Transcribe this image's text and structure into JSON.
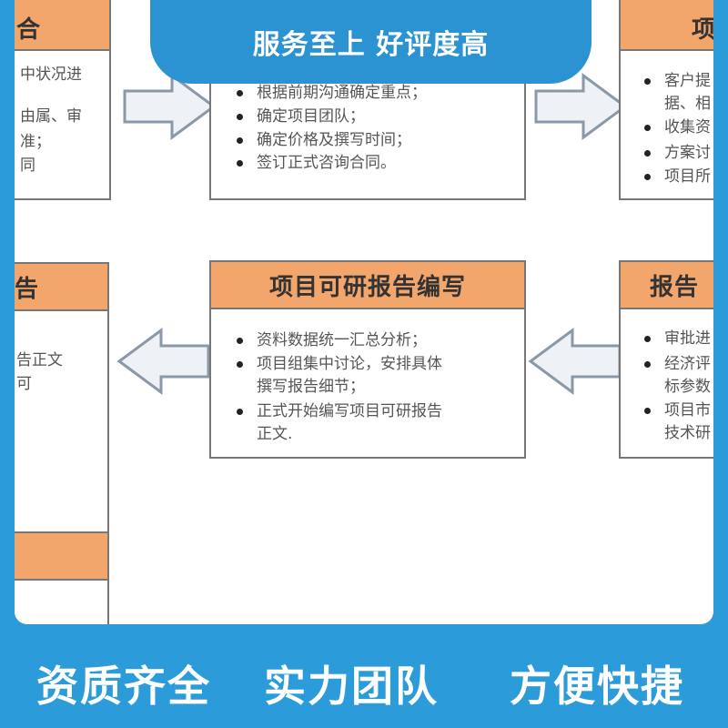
{
  "banner": {
    "text": "服务至上 好评度高"
  },
  "top_left_box": {
    "head": "合",
    "lines": [
      "中状况进",
      "由属、审",
      "准；",
      "同"
    ]
  },
  "top_mid_box": {
    "items": [
      "根据前期沟通确定重点；",
      "确定项目团队；",
      "确定价格及撰写时间；",
      "签订正式咨询合同。"
    ]
  },
  "top_right_box": {
    "head": "项",
    "items": [
      "客户提",
      "收集资",
      "方案讨",
      "项目所"
    ],
    "item0_line2": "据、相"
  },
  "mid_left_box": {
    "head": "告",
    "lines": [
      "告正文",
      "可"
    ]
  },
  "mid_center_box": {
    "head": "项目可研报告编写",
    "item1": "资料数据统一汇总分析；",
    "item2_line1": "项目组集中讨论，安排具体",
    "item2_line2": "撰写报告细节；",
    "item3_line1": "正式开始编写项目可研报告",
    "item3_line2": "正文."
  },
  "mid_right_box": {
    "head": "报告",
    "item1": "审批进",
    "item2_line1": "经济评",
    "item2_line2": "标参数",
    "item3_line1": "项目市",
    "item3_line2": "技术研"
  },
  "bottom_row": {
    "left": "资质齐全",
    "center": "实力团队",
    "right": "方便快捷"
  }
}
